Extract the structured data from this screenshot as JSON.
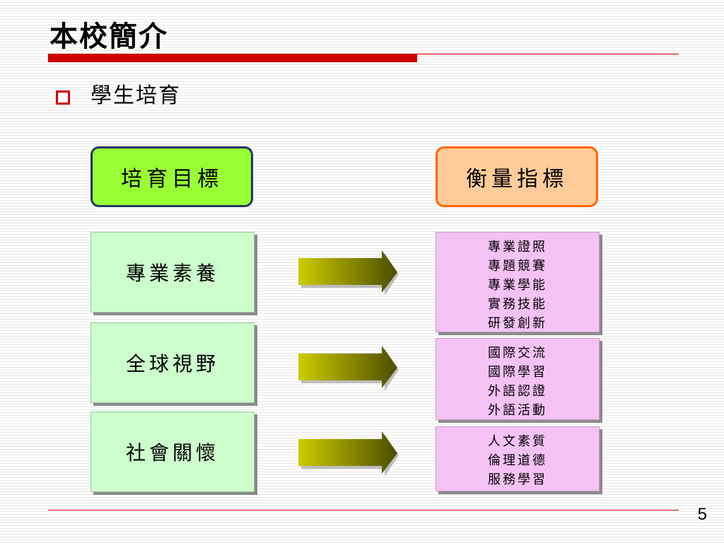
{
  "slide": {
    "title": "本校簡介",
    "bullet": "學生培育",
    "page_number": "5"
  },
  "diagram": {
    "left_header": "培育目標",
    "right_header": "衡量指標",
    "rows": [
      {
        "goal": "專業素養",
        "measures": [
          "專業證照",
          "專題競賽",
          "專業學能",
          "實務技能",
          "研發創新"
        ]
      },
      {
        "goal": "全球視野",
        "measures": [
          "國際交流",
          "國際學習",
          "外語認證",
          "外語活動"
        ]
      },
      {
        "goal": "社會關懷",
        "measures": [
          "人文素質",
          "倫理道德",
          "服務學習"
        ]
      }
    ]
  },
  "colors": {
    "title_accent": "#cc0000",
    "goals_header_fill": "#99ff33",
    "goals_header_border": "#1f3864",
    "measures_header_fill": "#ffcc99",
    "measures_header_border": "#ff6600",
    "goal_card_fill": "#ccffcc",
    "measure_card_fill": "#f5c2f5",
    "arrow_light": "#cccc00",
    "arrow_dark": "#4d4d00"
  }
}
